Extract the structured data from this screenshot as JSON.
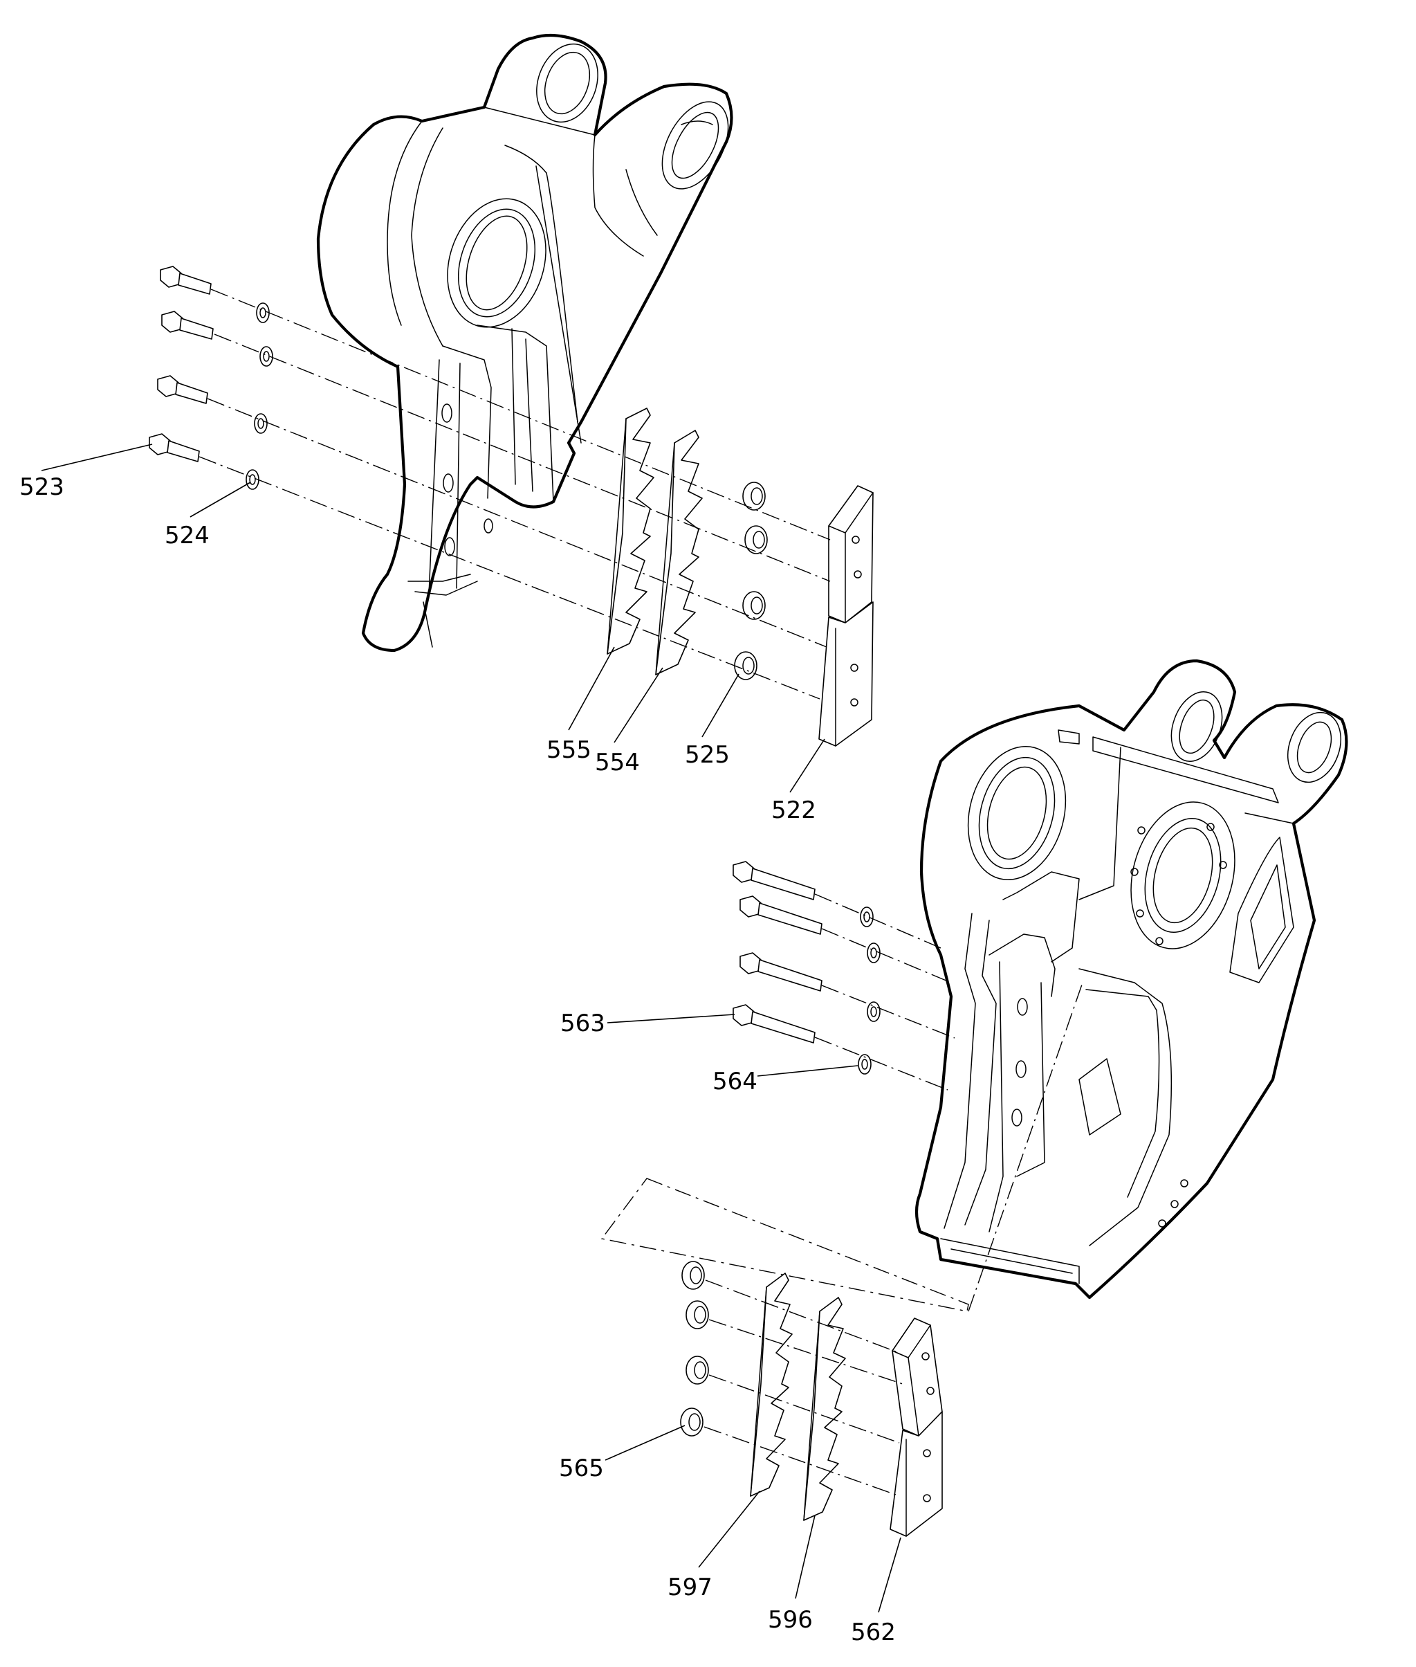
{
  "diagram": {
    "type": "exploded-parts-view",
    "callouts": [
      {
        "id": "523",
        "label": "523"
      },
      {
        "id": "524",
        "label": "524"
      },
      {
        "id": "555",
        "label": "555"
      },
      {
        "id": "554",
        "label": "554"
      },
      {
        "id": "525",
        "label": "525"
      },
      {
        "id": "522",
        "label": "522"
      },
      {
        "id": "563",
        "label": "563"
      },
      {
        "id": "564",
        "label": "564"
      },
      {
        "id": "565",
        "label": "565"
      },
      {
        "id": "597",
        "label": "597"
      },
      {
        "id": "596",
        "label": "596"
      },
      {
        "id": "562",
        "label": "562"
      }
    ]
  }
}
